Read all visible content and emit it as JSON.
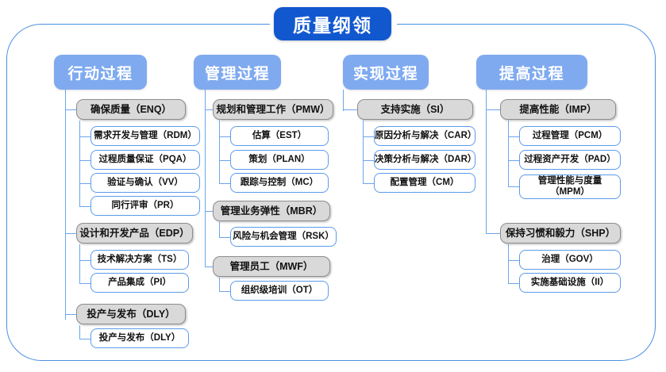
{
  "diagram": {
    "title": "质量纲领",
    "accent_blue": "#1158cf",
    "header_blue": "#7faaf0",
    "group_gray": "#d9d9d9",
    "leaf_border": "#5b9bea",
    "connector": "#6aa6ec",
    "columns": [
      {
        "header": "行动过程",
        "groups": [
          {
            "label": "确保质量（ENQ）",
            "items": [
              "需求开发与管理（RDM）",
              "过程质量保证（PQA）",
              "验证与确认（VV）",
              "同行评审（PR）"
            ]
          },
          {
            "label": "设计和开发产品（EDP）",
            "items": [
              "技术解决方案（TS）",
              "产品集成（PI）"
            ]
          },
          {
            "label": "投产与发布（DLY）",
            "items": [
              "投产与发布（DLY）"
            ]
          }
        ]
      },
      {
        "header": "管理过程",
        "groups": [
          {
            "label": "规划和管理工作（PMW）",
            "items": [
              "估算（EST）",
              "策划（PLAN）",
              "跟踪与控制（MC）"
            ]
          },
          {
            "label": "管理业务弹性（MBR）",
            "items": [
              "风险与机会管理（RSK）"
            ]
          },
          {
            "label": "管理员工（MWF）",
            "items": [
              "组织级培训（OT）"
            ]
          }
        ]
      },
      {
        "header": "实现过程",
        "groups": [
          {
            "label": "支持实施（SI）",
            "items": [
              "原因分析与解决（CAR）",
              "决策分析与解决（DAR）",
              "配置管理（CM）"
            ]
          }
        ]
      },
      {
        "header": "提高过程",
        "groups": [
          {
            "label": "提高性能（IMP）",
            "items": [
              "过程管理（PCM）",
              "过程资产开发（PAD）",
              "管理性能与度量\n（MPM）"
            ]
          },
          {
            "label": "保持习惯和毅力（SHP）",
            "items": [
              "治理（GOV）",
              "实施基础设施（II）"
            ]
          }
        ]
      }
    ]
  }
}
